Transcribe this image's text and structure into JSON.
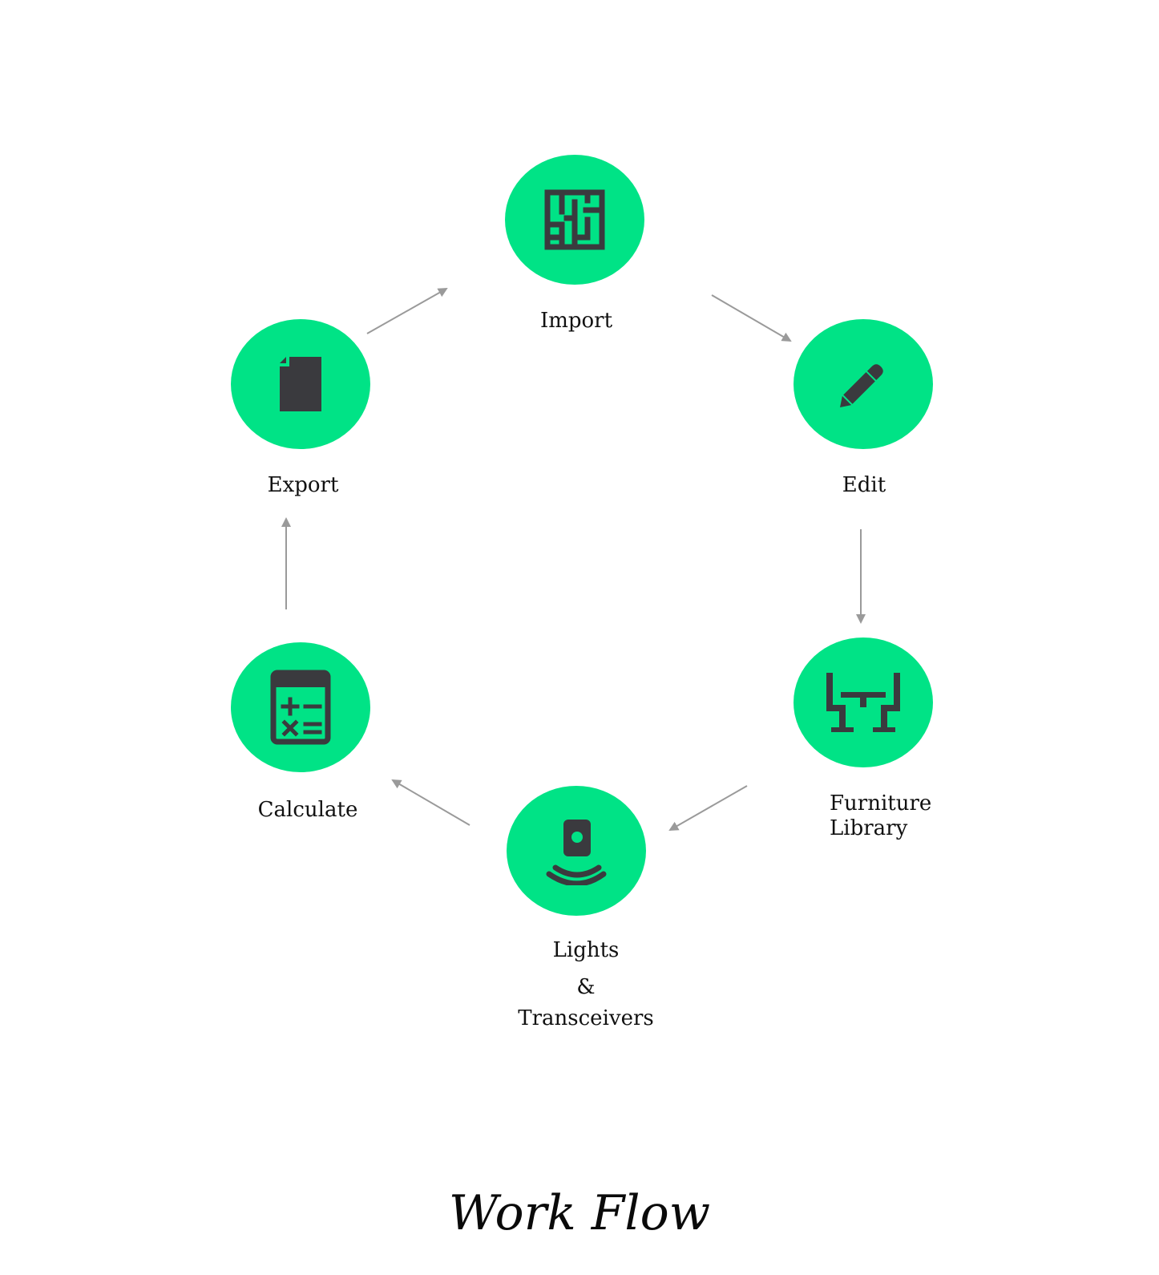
{
  "title": "Work Flow",
  "colors": {
    "node": "#00e386",
    "icon": "#3a3a3e",
    "arrow": "#9a9a9a",
    "text": "#111111"
  },
  "steps": [
    {
      "id": "import",
      "label": "Import",
      "icon": "floor-plan-icon"
    },
    {
      "id": "edit",
      "label": "Edit",
      "icon": "pencil-icon"
    },
    {
      "id": "furniture",
      "label_line1": "Furniture",
      "label_line2": "Library",
      "icon": "table-chairs-icon"
    },
    {
      "id": "lights",
      "label_line1": "Lights",
      "label_line2": "&",
      "label_line3": "Transceivers",
      "icon": "light-transceiver-icon"
    },
    {
      "id": "calculate",
      "label": "Calculate",
      "icon": "calculator-icon"
    },
    {
      "id": "export",
      "label": "Export",
      "icon": "document-icon"
    }
  ]
}
